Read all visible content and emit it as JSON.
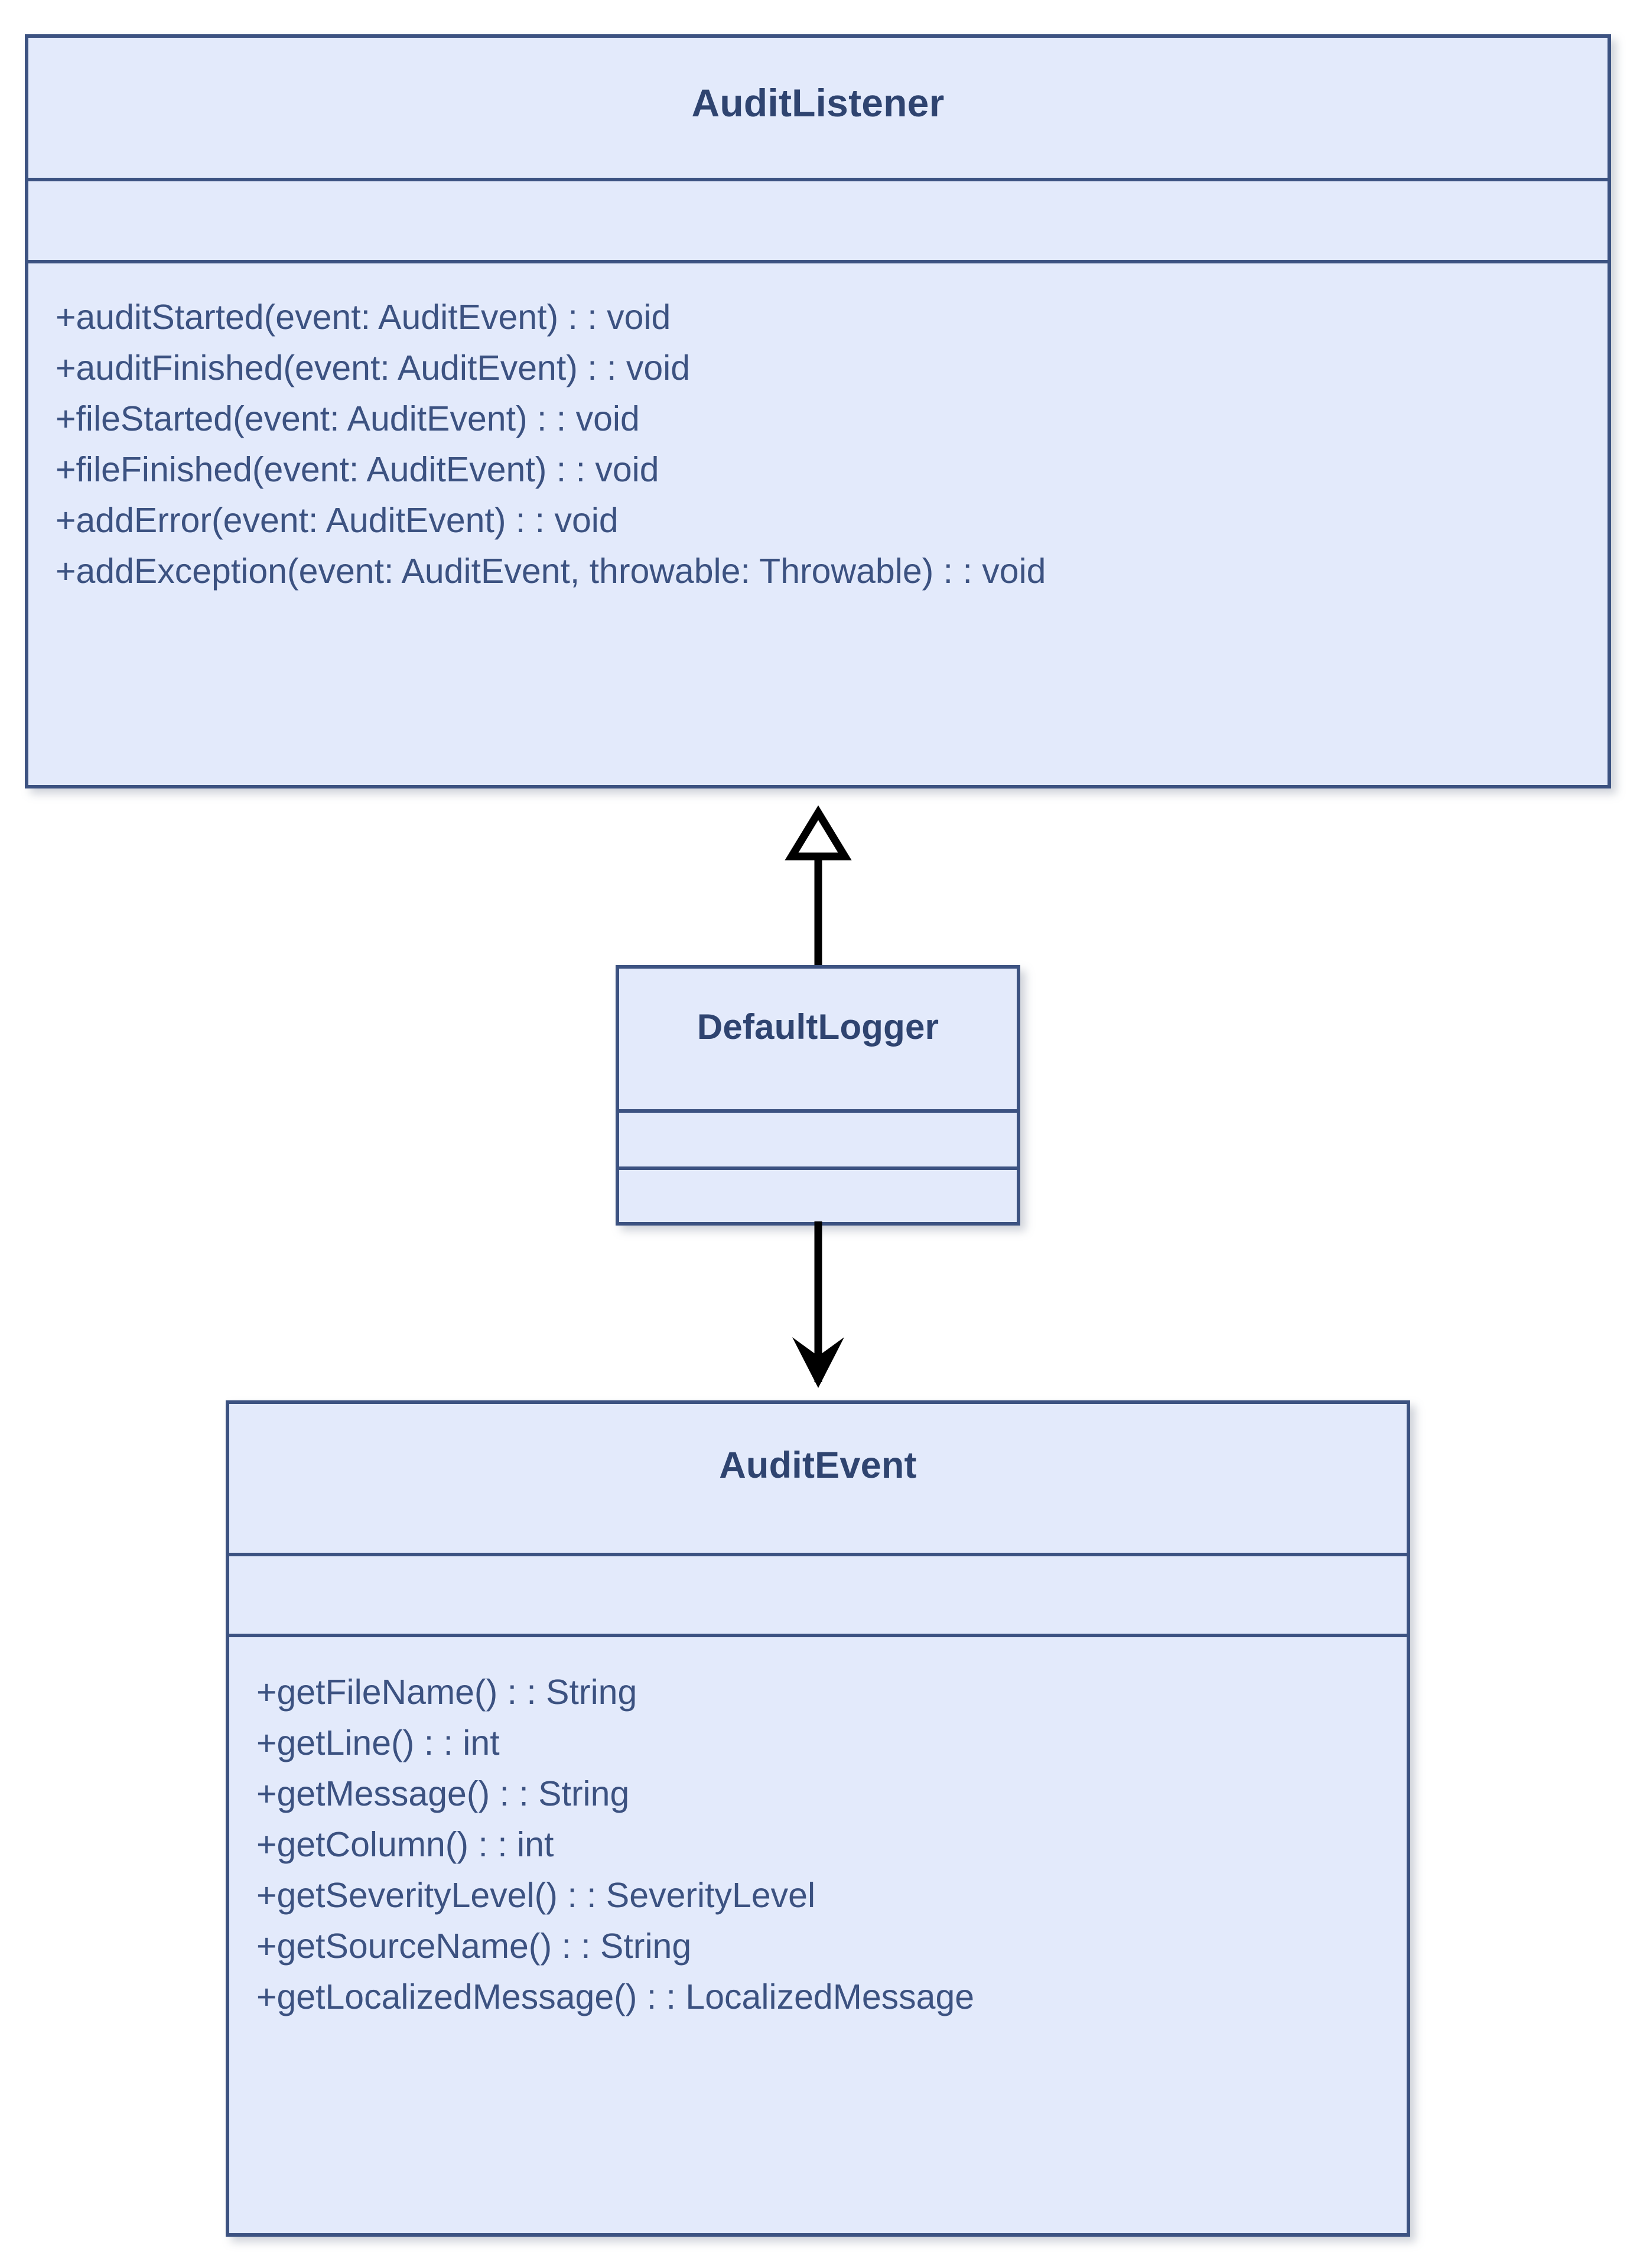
{
  "diagram": {
    "type": "uml-class-diagram",
    "background_color": "#ffffff",
    "class_fill_color": "#e3eafb",
    "class_border_color": "#3c5281",
    "text_color": "#3c5281",
    "title_color": "#2f4470",
    "connector_color": "#000000",
    "classes": [
      {
        "name": "AuditListener",
        "attributes": [],
        "methods": [
          "+auditStarted(event: AuditEvent) : : void",
          "+auditFinished(event: AuditEvent) : : void",
          "+fileStarted(event: AuditEvent) : : void",
          "+fileFinished(event: AuditEvent) : : void",
          "+addError(event: AuditEvent) : : void",
          "+addException(event: AuditEvent, throwable: Throwable) : : void"
        ]
      },
      {
        "name": "DefaultLogger",
        "attributes": [],
        "methods": []
      },
      {
        "name": "AuditEvent",
        "attributes": [],
        "methods": [
          "+getFileName() : : String",
          "+getLine() : : int",
          "+getMessage() : : String",
          "+getColumn() : : int",
          "+getSeverityLevel() : : SeverityLevel",
          "+getSourceName() : : String",
          "+getLocalizedMessage() : : LocalizedMessage"
        ]
      }
    ],
    "connectors": [
      {
        "kind": "generalization",
        "arrow": "hollow-triangle-up",
        "from": "DefaultLogger",
        "to": "AuditListener",
        "label": ""
      },
      {
        "kind": "dependency",
        "arrow": "solid-open-arrow-down",
        "from": "DefaultLogger",
        "to": "AuditEvent",
        "label": ""
      }
    ]
  }
}
